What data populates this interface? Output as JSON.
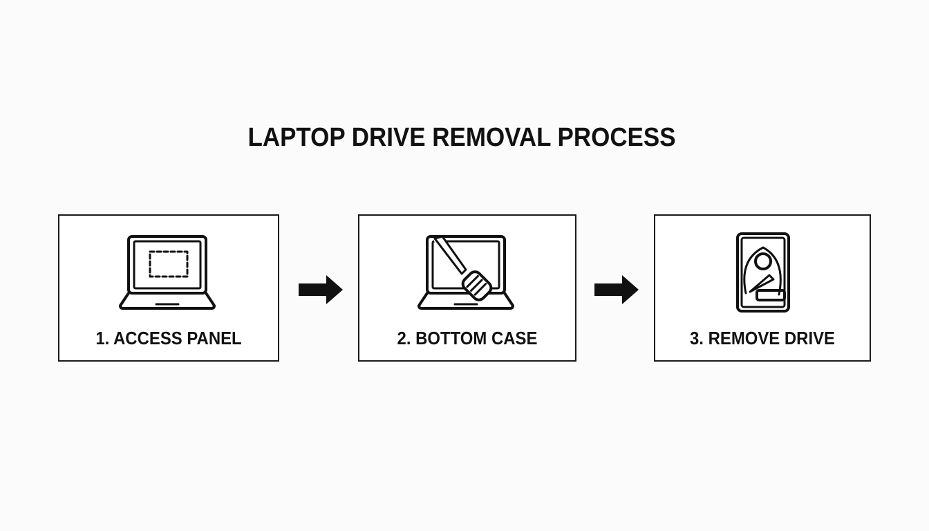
{
  "title": "LAPTOP DRIVE REMOVAL PROCESS",
  "steps": [
    {
      "label": "1. ACCESS PANEL",
      "icon": "laptop-access-panel-icon"
    },
    {
      "label": "2. BOTTOM CASE",
      "icon": "laptop-screwdriver-icon"
    },
    {
      "label": "3. REMOVE DRIVE",
      "icon": "hard-drive-icon"
    }
  ],
  "connectors": [
    "right-arrow-icon",
    "right-arrow-icon"
  ],
  "colors": {
    "stroke": "#111111",
    "background": "#fbfbfb",
    "box": "#ffffff"
  }
}
